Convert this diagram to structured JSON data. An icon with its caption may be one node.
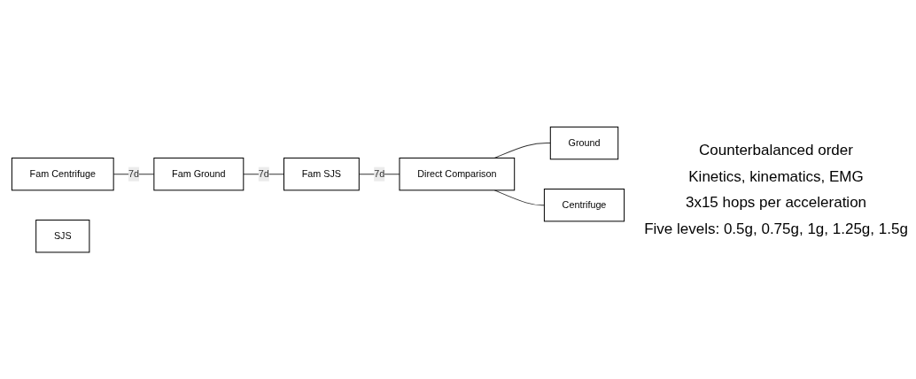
{
  "diagram": {
    "nodes": [
      {
        "text": [
          "Fam Centrifuge"
        ]
      },
      {
        "text": [
          "Fam Ground"
        ]
      },
      {
        "text": [
          "Fam SJS"
        ]
      },
      {
        "text": [
          "Direct Comparison"
        ]
      },
      {
        "text": [
          "Ground"
        ]
      },
      {
        "text": [
          "SJS"
        ]
      },
      {
        "text": [
          "Centrifuge"
        ]
      }
    ],
    "edges": [
      {
        "from": 0,
        "to": 1,
        "arrow": "none",
        "label": "7d"
      },
      {
        "from": 1,
        "to": 2,
        "arrow": "none",
        "label": "7d"
      },
      {
        "from": 2,
        "to": 3,
        "arrow": "none",
        "label": "7d"
      },
      {
        "from": 3,
        "to": 4,
        "arrow": "none"
      },
      {
        "from": 3,
        "to": 6,
        "arrow": "none"
      }
    ],
    "labels": [
      "Counterbalanced order",
      "Kinetics, kinematics, EMG",
      "3x15 hops per acceleration",
      "Five levels: 0.5g, 0.75g, 1g, 1.25g, 1.5g"
    ]
  }
}
